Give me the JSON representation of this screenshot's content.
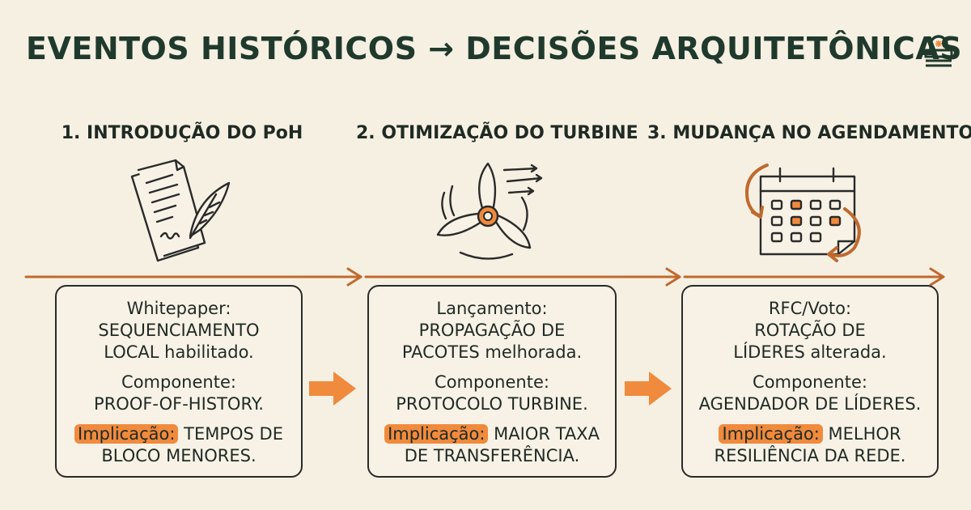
{
  "title": "EVENTOS HISTÓRICOS → DECISÕES ARQUITETÔNICAS",
  "columns": [
    {
      "heading": "1. INTRODUÇÃO DO PoH",
      "icon": "document-quill-icon",
      "event_label": "Whitepaper:",
      "event_line1": "SEQUENCIAMENTO",
      "event_line2": "LOCAL habilitado.",
      "component_label": "Componente:",
      "component_value": "PROOF-OF-HISTORY.",
      "implication_label": "Implicação:",
      "implication_rest1": " TEMPOS DE",
      "implication_rest2": "BLOCO MENORES."
    },
    {
      "heading": "2. OTIMIZAÇÃO DO TURBINE",
      "icon": "turbine-icon",
      "event_label": "Lançamento:",
      "event_line1": "PROPAGAÇÃO DE",
      "event_line2": "PACOTES melhorada.",
      "component_label": "Componente:",
      "component_value": "PROTOCOLO TURBINE.",
      "implication_label": "Implicação:",
      "implication_rest1": " MAIOR TAXA",
      "implication_rest2": "DE TRANSFERÊNCIA."
    },
    {
      "heading": "3. MUDANÇA NO AGENDAMENTO",
      "icon": "calendar-rotate-icon",
      "event_label": "RFC/Voto:",
      "event_line1": "ROTAÇÃO DE",
      "event_line2": "LÍDERES alterada.",
      "component_label": "Componente:",
      "component_value": "AGENDADOR DE LÍDERES.",
      "implication_label": "Implicação:",
      "implication_rest1": " MELHOR",
      "implication_rest2": "RESILIÊNCIA DA REDE."
    }
  ],
  "colors": {
    "accent": "#f08a3c",
    "title": "#1f3a2c",
    "background": "#f6f0e3",
    "timeline": "#c0692e"
  }
}
